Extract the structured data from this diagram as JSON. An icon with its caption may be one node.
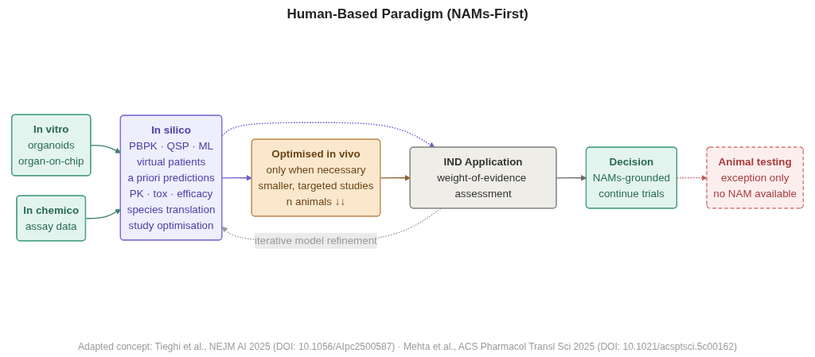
{
  "diagram": {
    "title": "Human-Based Paradigm (NAMs-First)",
    "caption": "Adapted concept: Tieghi et al., NEJM AI 2025 (DOI: 10.1056/AIpc2500587) · Mehta et al., ACS Pharmacol Transl Sci 2025 (DOI: 10.1021/acsptsci.5c00162)",
    "nodes": [
      {
        "text": [
          "In vitro",
          "organoids",
          "organ-on-chip"
        ]
      },
      {
        "text": [
          "In chemico",
          "assay data"
        ]
      },
      {
        "text": [
          "In silico",
          "PBPK · QSP · ML",
          "virtual patients",
          "a priori predictions",
          "PK · tox · efficacy",
          "species translation",
          "study optimisation"
        ]
      },
      {
        "text": [
          "Optimised in vivo",
          "only when necessary",
          "smaller, targeted studies",
          "n animals ↓↓"
        ]
      },
      {
        "text": [
          "IND Application",
          "weight-of-evidence assessment"
        ]
      },
      {
        "text": [
          "Decision",
          "NAMs-grounded",
          "continue trials"
        ]
      },
      {
        "text": [
          "Animal testing",
          "exception only",
          "no NAM available"
        ]
      }
    ],
    "edges": [
      {
        "from": 0,
        "to": 2,
        "arrow": "to",
        "color": "#3d7f66"
      },
      {
        "from": 1,
        "to": 2,
        "arrow": "to",
        "color": "#3d7f66"
      },
      {
        "from": 2,
        "to": 3,
        "arrow": "to",
        "color": "#6a5fd0"
      },
      {
        "from": 2,
        "to": 4,
        "arrow": "to",
        "style": "dashed",
        "color": "#6a5fd0"
      },
      {
        "from": 3,
        "to": 4,
        "arrow": "to",
        "color": "#8a5a2b"
      },
      {
        "from": 4,
        "to": 5,
        "arrow": "to",
        "color": "#666666"
      },
      {
        "from": 5,
        "to": 6,
        "arrow": "to",
        "style": "dashed",
        "color": "#c95b5b"
      },
      {
        "from": 4,
        "to": 2,
        "arrow": "to",
        "style": "dashed",
        "color": "#9a9a9a",
        "label": "iterative model refinement"
      }
    ]
  }
}
